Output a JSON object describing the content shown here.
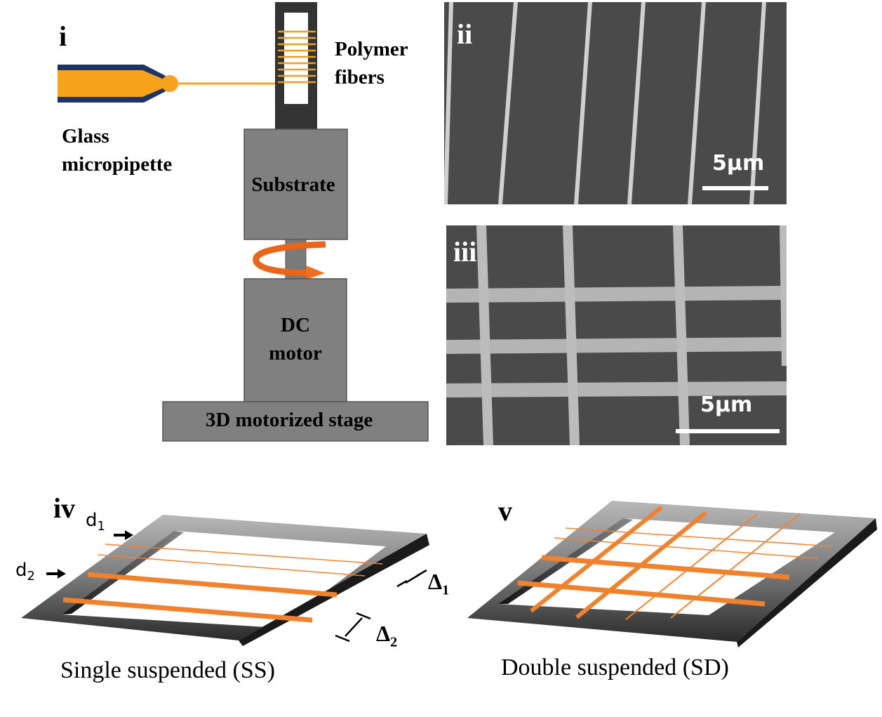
{
  "figure": {
    "panels": {
      "i": {
        "label": "i",
        "pipette_label_line1": "Glass",
        "pipette_label_line2": "micropipette",
        "fibers_label_line1": "Polymer",
        "fibers_label_line2": "fibers",
        "substrate_label": "Substrate",
        "motor_label_line1": "DC",
        "motor_label_line2": "motor",
        "stage_label": "3D motorized stage"
      },
      "ii": {
        "label": "ii",
        "scale_bar": "5μm"
      },
      "iii": {
        "label": "iii",
        "scale_bar": "5μm"
      },
      "iv": {
        "label": "iv",
        "d1": "d",
        "d1_sub": "1",
        "d2": "d",
        "d2_sub": "2",
        "delta1": "Δ",
        "delta1_sub": "1",
        "delta2": "Δ",
        "delta2_sub": "2",
        "caption": "Single suspended (SS)"
      },
      "v": {
        "label": "v",
        "caption": "Double suspended (SD)"
      }
    },
    "colors": {
      "fiber_orange": "#f0822e",
      "pipette_orange": "#f7a21b",
      "pipette_navy": "#1c3565",
      "rotation_arrow": "#e8651a",
      "block_gray": "#808080",
      "holder_dark": "#333333",
      "sem_background": "#4a4a4a"
    }
  }
}
